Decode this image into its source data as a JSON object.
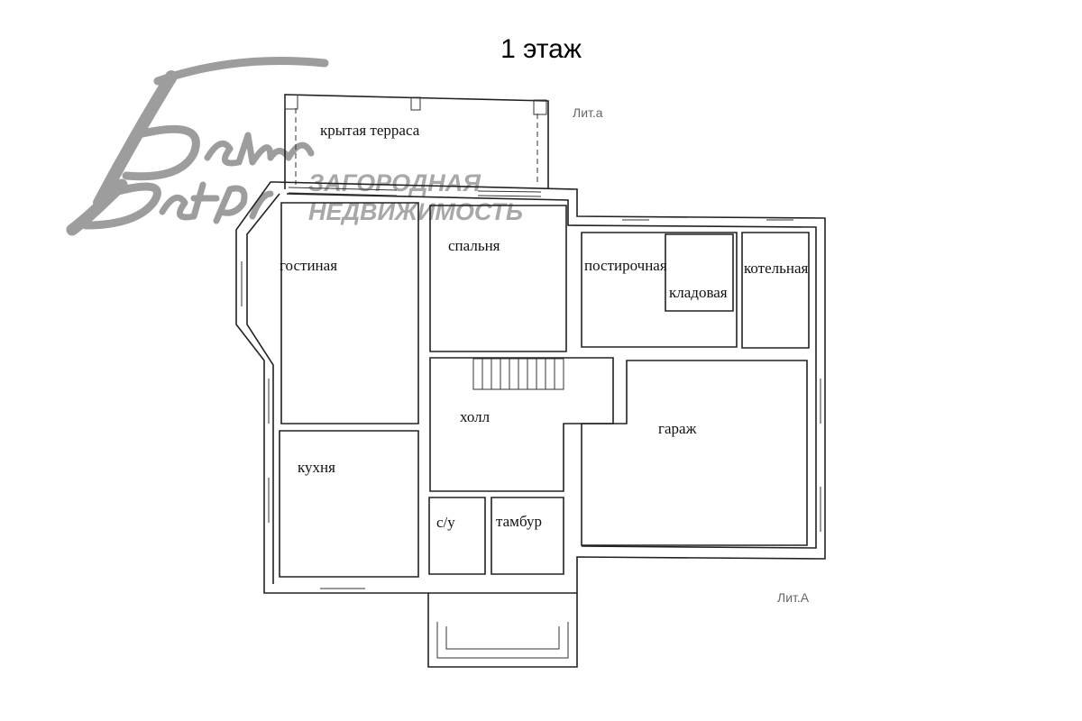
{
  "title": "1 этаж",
  "watermark": {
    "brand": "Белые Ветры",
    "line1": "ЗАГОРОДНАЯ",
    "line2": "НЕДВИЖИМОСТЬ"
  },
  "labels": {
    "lit_a_small": "Лит.а",
    "lit_a_big": "Лит.А"
  },
  "rooms": {
    "terrace": "крытая терраса",
    "living": "гостиная",
    "bedroom": "спальня",
    "laundry": "постирочная",
    "storage": "кладовая",
    "boiler": "котельная",
    "hall": "холл",
    "garage": "гараж",
    "kitchen": "кухня",
    "bathroom": "с/у",
    "vestibule": "тамбур"
  }
}
